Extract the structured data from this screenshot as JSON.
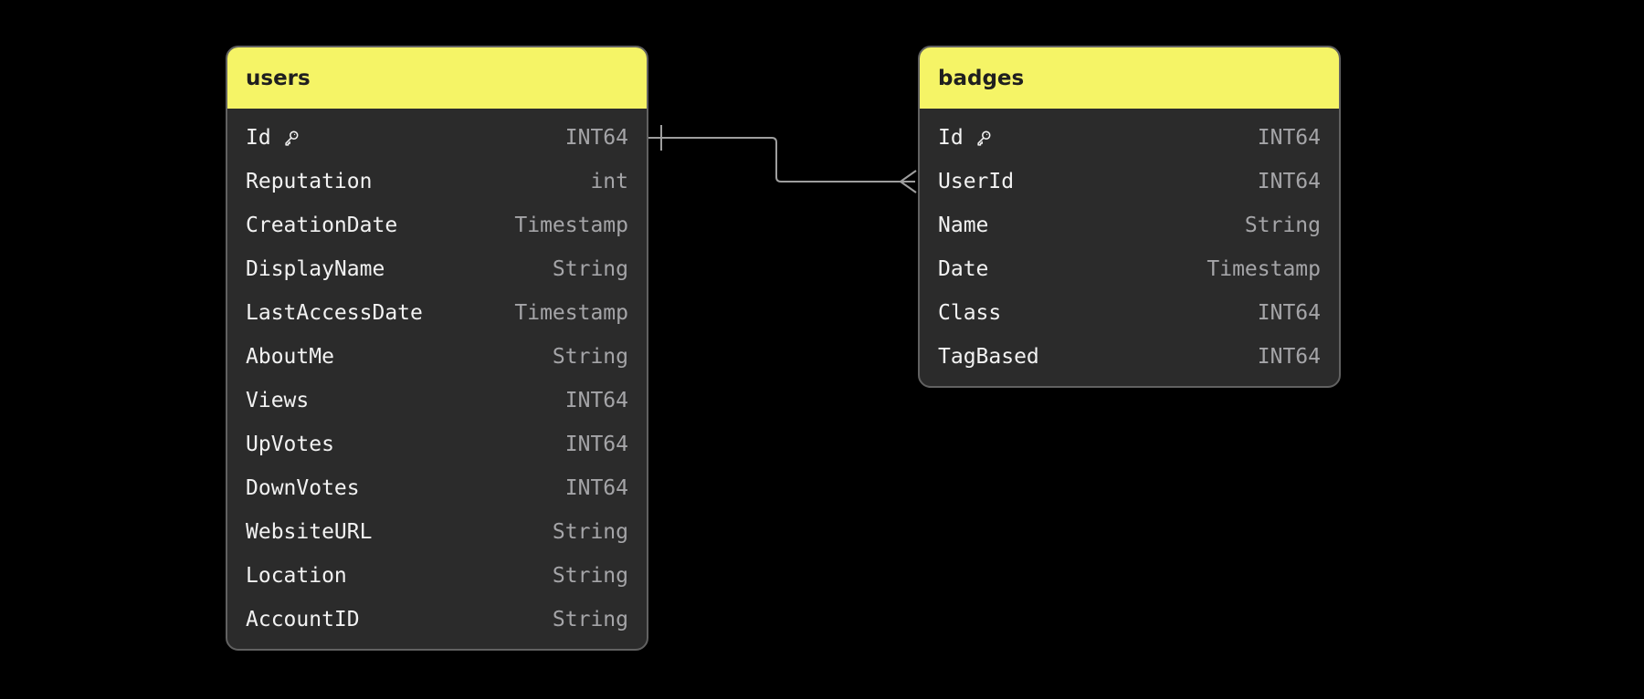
{
  "canvas": {
    "background_color": "#000000",
    "line_color": "#9e9e9e",
    "table_body_color": "#2b2b2b",
    "table_border_color": "#616161"
  },
  "tables": [
    {
      "name": "users",
      "header_color": "#f5f466",
      "fields": [
        {
          "name": "Id",
          "type": "INT64",
          "pk": true
        },
        {
          "name": "Reputation",
          "type": "int",
          "pk": false
        },
        {
          "name": "CreationDate",
          "type": "Timestamp",
          "pk": false
        },
        {
          "name": "DisplayName",
          "type": "String",
          "pk": false
        },
        {
          "name": "LastAccessDate",
          "type": "Timestamp",
          "pk": false
        },
        {
          "name": "AboutMe",
          "type": "String",
          "pk": false
        },
        {
          "name": "Views",
          "type": "INT64",
          "pk": false
        },
        {
          "name": "UpVotes",
          "type": "INT64",
          "pk": false
        },
        {
          "name": "DownVotes",
          "type": "INT64",
          "pk": false
        },
        {
          "name": "WebsiteURL",
          "type": "String",
          "pk": false
        },
        {
          "name": "Location",
          "type": "String",
          "pk": false
        },
        {
          "name": "AccountID",
          "type": "String",
          "pk": false
        }
      ]
    },
    {
      "name": "badges",
      "header_color": "#f5f466",
      "fields": [
        {
          "name": "Id",
          "type": "INT64",
          "pk": true
        },
        {
          "name": "UserId",
          "type": "INT64",
          "pk": false
        },
        {
          "name": "Name",
          "type": "String",
          "pk": false
        },
        {
          "name": "Date",
          "type": "Timestamp",
          "pk": false
        },
        {
          "name": "Class",
          "type": "INT64",
          "pk": false
        },
        {
          "name": "TagBased",
          "type": "INT64",
          "pk": false
        }
      ]
    }
  ],
  "relationship": {
    "source_table": "users",
    "source_field": "Id",
    "target_table": "badges",
    "target_field": "UserId",
    "source_cardinality": "one",
    "target_cardinality": "many"
  }
}
